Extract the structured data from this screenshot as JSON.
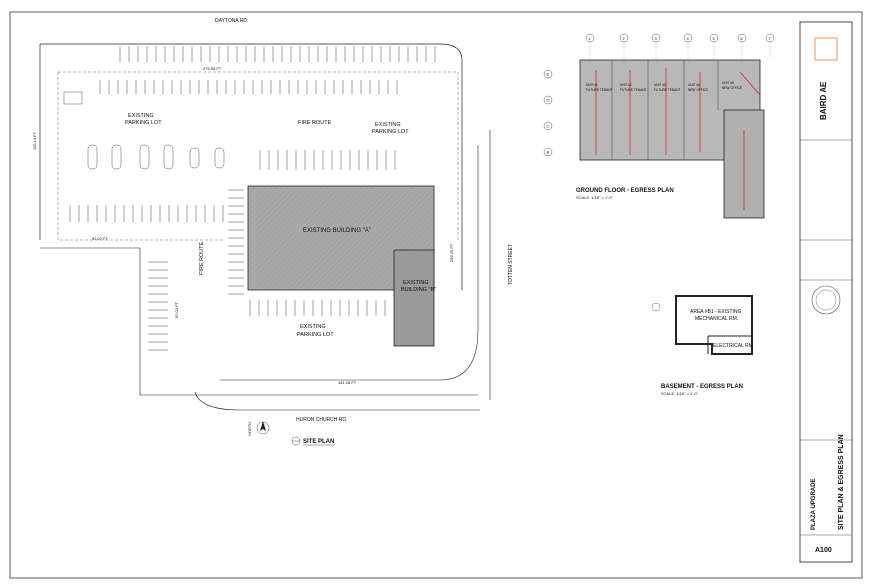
{
  "site_plan": {
    "street_north": "DAYTONA RD.",
    "street_south": "HURON CHURCH RD.",
    "street_east": "TOTTEN STREET",
    "lot_northwest": "EXISTING\nPARKING LOT",
    "lot_northeast": "EXISTING\nPARKING LOT",
    "lot_south": "EXISTING\nPARKING LOT",
    "fire_route_north": "FIRE ROUTE",
    "fire_route_west": "FIRE ROUTE",
    "building_a": "EXISTING BUILDING \"A\"",
    "building_b": "EXISTING\nBUILDING \"B\"",
    "dim_top": "275.96 FT",
    "dim_left": "110.14 FT",
    "dim_mid_left": "92.07 FT",
    "dim_left_lower": "92.03 FT",
    "dim_right": "286.25 FT",
    "dim_bottom": "181.28 FT",
    "north_label": "NORTH",
    "title": "SITE PLAN"
  },
  "ground_floor": {
    "title": "GROUND FLOOR - EGRESS PLAN",
    "scale": "SCALE: 1/16\" = 1'-0\"",
    "grid_columns": [
      "1",
      "2",
      "3",
      "4",
      "5",
      "6",
      "7"
    ],
    "grid_rows": [
      "E",
      "D",
      "C",
      "B"
    ],
    "units": [
      {
        "label": "UNIT #1\nFUTURE TENANT"
      },
      {
        "label": "UNIT #2\nFUTURE TENANT"
      },
      {
        "label": "UNIT #3\nFUTURE TENANT"
      },
      {
        "label": "UNIT #4\nNEW OFFICE"
      },
      {
        "label": "UNIT #5\nNEW OFFICE"
      }
    ]
  },
  "basement": {
    "title": "BASEMENT - EGRESS PLAN",
    "scale": "SCALE: 1/16\" = 1'-0\"",
    "room_main": "AREA #B1 - EXISTING\nMECHANICAL RM.",
    "room_small": "ELECTRICAL RM"
  },
  "title_block": {
    "firm": "BAIRD AE",
    "project": "PLAZA UPGRADE",
    "sheet_title": "SITE PLAN & EGRESS PLAN",
    "sheet_number": "A100"
  },
  "colors": {
    "building_fill": "#a9a9a9",
    "red_egress": "#d62828",
    "firm_accent": "#e07b1f"
  }
}
